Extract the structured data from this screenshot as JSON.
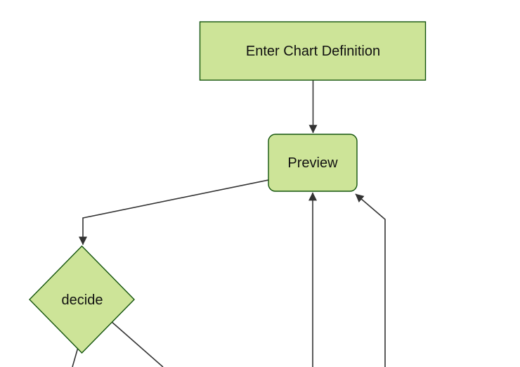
{
  "diagram": {
    "type": "flowchart",
    "style": {
      "background": "#ffffff",
      "node_fill": "#cde498",
      "node_border": "#13540c",
      "edge_color": "#333333",
      "label_color": "#111111"
    },
    "nodes": [
      {
        "id": "enter-chart-definition",
        "label": "Enter Chart Definition",
        "shape": "rectangle"
      },
      {
        "id": "preview",
        "label": "Preview",
        "shape": "rounded-rectangle"
      },
      {
        "id": "decide",
        "label": "decide",
        "shape": "diamond"
      }
    ],
    "edges": [
      {
        "name": "enter-chart-definition-to-preview",
        "arrowhead": true
      },
      {
        "name": "preview-to-decide",
        "arrowhead": true
      },
      {
        "name": "offscreen-bottom-to-preview",
        "arrowhead": true
      },
      {
        "name": "offscreen-bottom-right-to-preview",
        "arrowhead": true
      },
      {
        "name": "decide-to-offscreen-bottom",
        "arrowhead": false
      },
      {
        "name": "decide-to-offscreen-bottom-right",
        "arrowhead": false
      }
    ]
  }
}
